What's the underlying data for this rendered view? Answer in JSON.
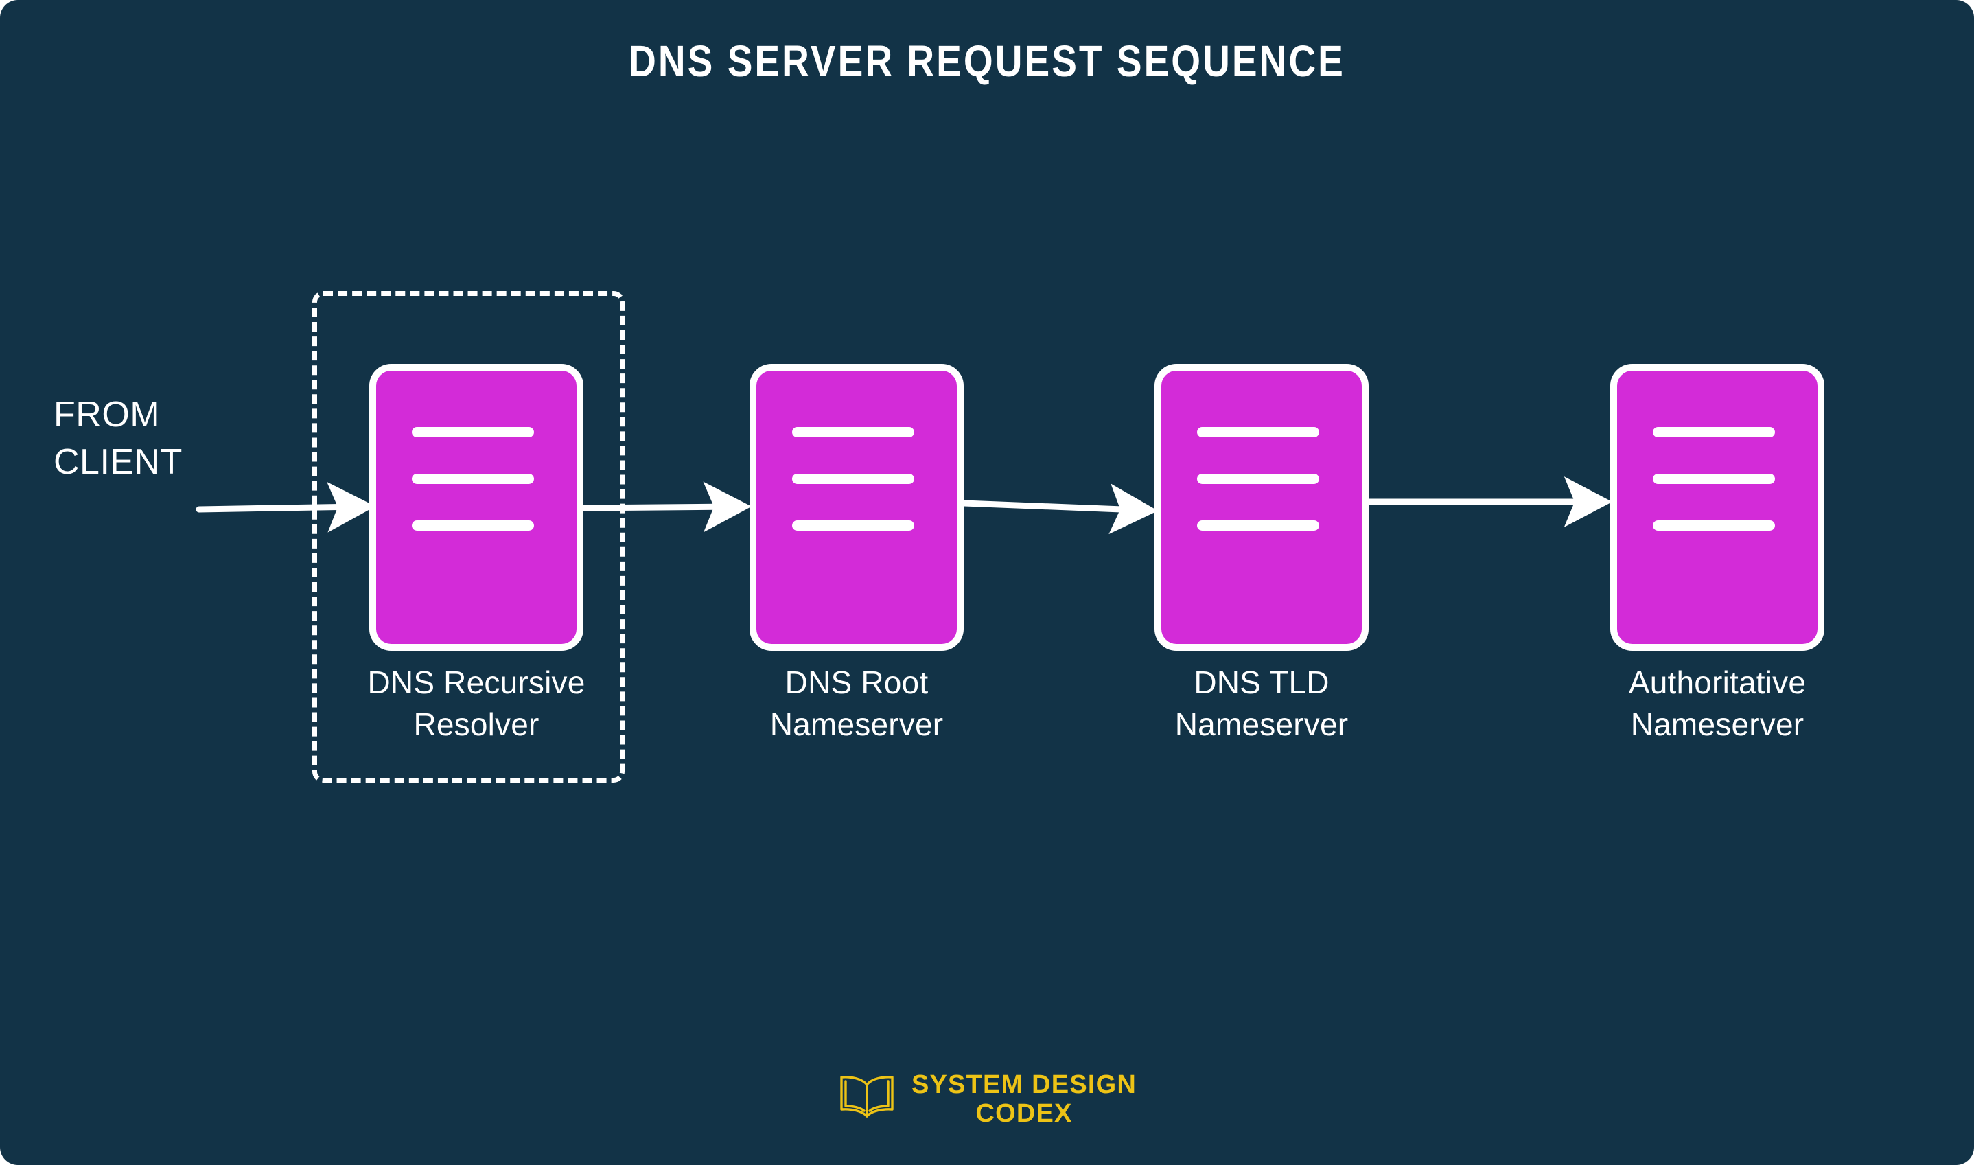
{
  "diagram": {
    "title": "DNS SERVER REQUEST SEQUENCE",
    "background_color": "#123347",
    "node_fill_color": "#d32bd8",
    "stroke_color": "#ffffff",
    "logo_color": "#edc316",
    "entry_label": "FROM\nCLIENT",
    "nodes": [
      {
        "id": "resolver",
        "label": "DNS Recursive\nResolver",
        "icon": "server-icon",
        "grouped": true,
        "group_style": "dashed-box"
      },
      {
        "id": "root",
        "label": "DNS Root\nNameserver",
        "icon": "server-icon",
        "grouped": false
      },
      {
        "id": "tld",
        "label": "DNS TLD\nNameserver",
        "icon": "server-icon",
        "grouped": false
      },
      {
        "id": "authoritative",
        "label": "Authoritative\nNameserver",
        "icon": "server-icon",
        "grouped": false
      }
    ],
    "connections": [
      {
        "from": "client",
        "to": "resolver",
        "style": "arrow"
      },
      {
        "from": "resolver",
        "to": "root",
        "style": "arrow"
      },
      {
        "from": "root",
        "to": "tld",
        "style": "arrow"
      },
      {
        "from": "tld",
        "to": "authoritative",
        "style": "arrow"
      }
    ]
  },
  "logo": {
    "icon": "open-book-icon",
    "line1": "SYSTEM DESIGN",
    "line2": "CODEX"
  }
}
